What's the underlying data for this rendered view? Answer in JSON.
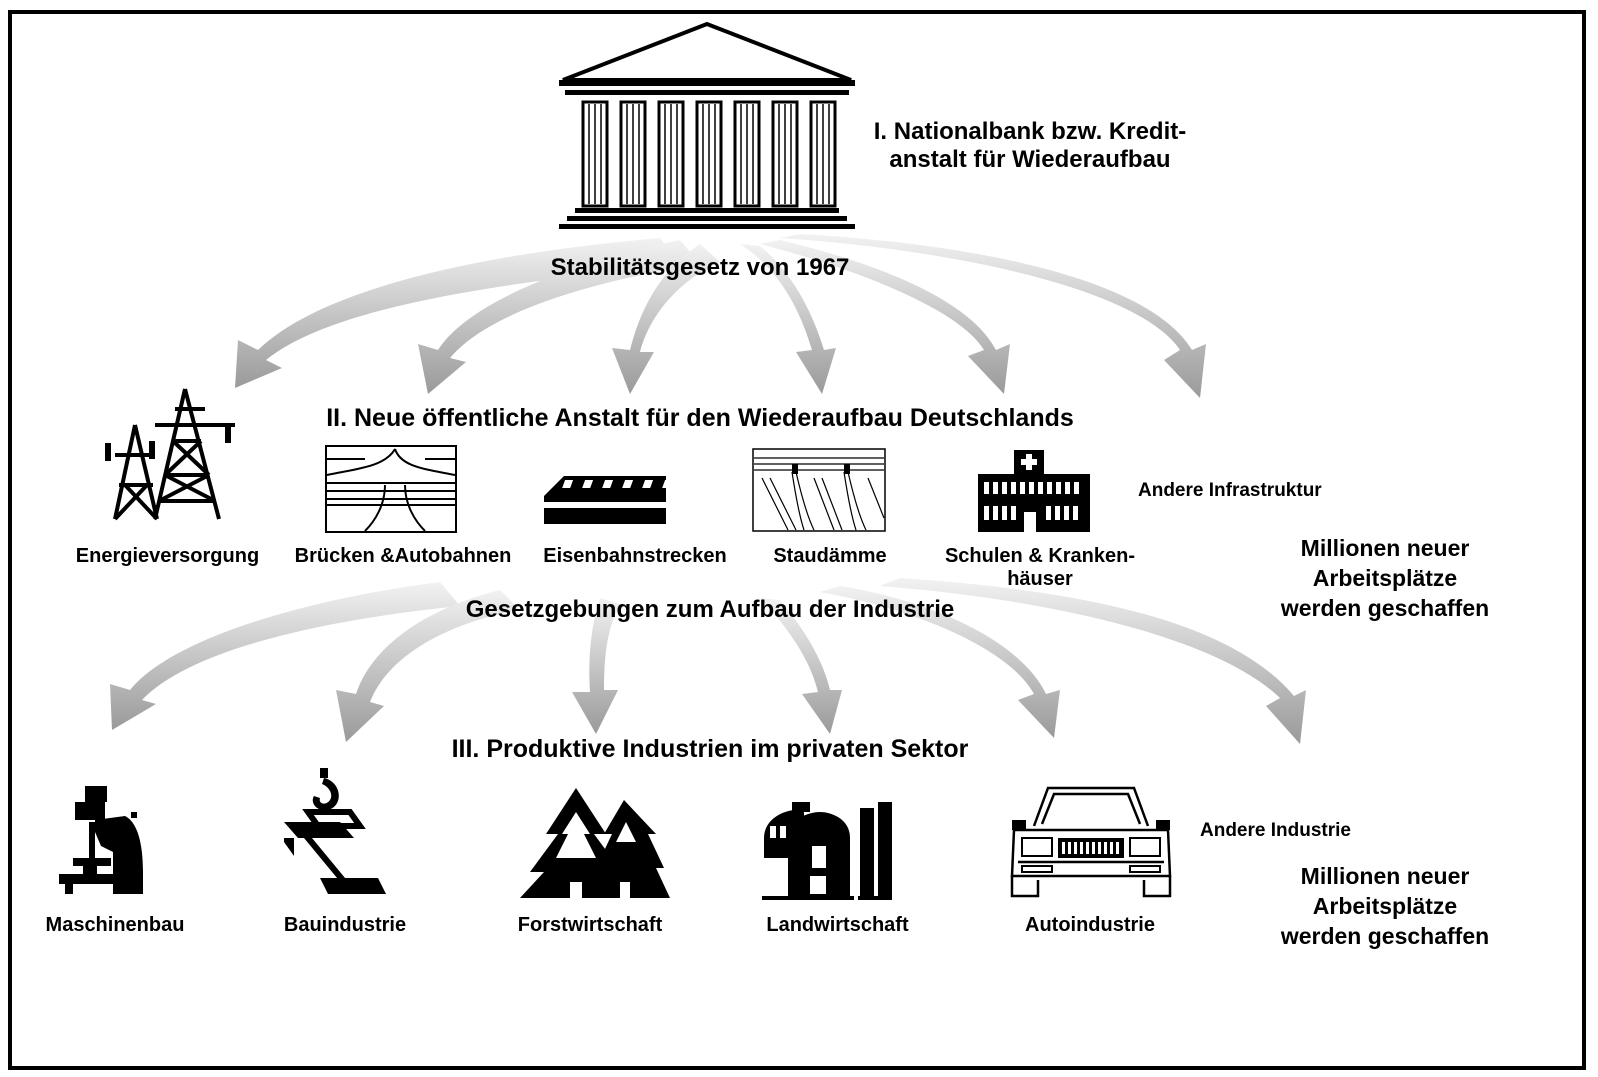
{
  "level1": {
    "line1": "I. Nationalbank bzw. Kredit-",
    "line2": "anstalt für Wiederaufbau"
  },
  "law1": "Stabilitätsgesetz von 1967",
  "level2": {
    "title": "II. Neue öffentliche Anstalt für den Wiederaufbau Deutschlands",
    "items": [
      {
        "label": "Energieversorgung",
        "icon": "power-pylon-icon"
      },
      {
        "label": "Brücken &Autobahnen",
        "icon": "highway-interchange-icon"
      },
      {
        "label": "Eisenbahnstrecken",
        "icon": "railway-track-icon"
      },
      {
        "label": "Staudämme",
        "icon": "dam-icon"
      },
      {
        "label_line1": "Schulen & Kranken-",
        "label_line2": "häuser",
        "icon": "hospital-icon"
      }
    ],
    "other": "Andere Infrastruktur",
    "jobs": [
      "Millionen neuer",
      "Arbeitsplätze",
      "werden geschaffen"
    ]
  },
  "law2": "Gesetzgebungen zum Aufbau der Industrie",
  "level3": {
    "title": "III. Produktive Industrien im privaten Sektor",
    "items": [
      {
        "label": "Maschinenbau",
        "icon": "drill-press-icon"
      },
      {
        "label": "Bauindustrie",
        "icon": "crane-hook-beam-icon"
      },
      {
        "label": "Forstwirtschaft",
        "icon": "pine-trees-icon"
      },
      {
        "label": "Landwirtschaft",
        "icon": "farm-barn-silo-icon"
      },
      {
        "label": "Autoindustrie",
        "icon": "car-icon"
      }
    ],
    "other": "Andere Industrie",
    "jobs": [
      "Millionen neuer",
      "Arbeitsplätze",
      "werden geschaffen"
    ]
  }
}
